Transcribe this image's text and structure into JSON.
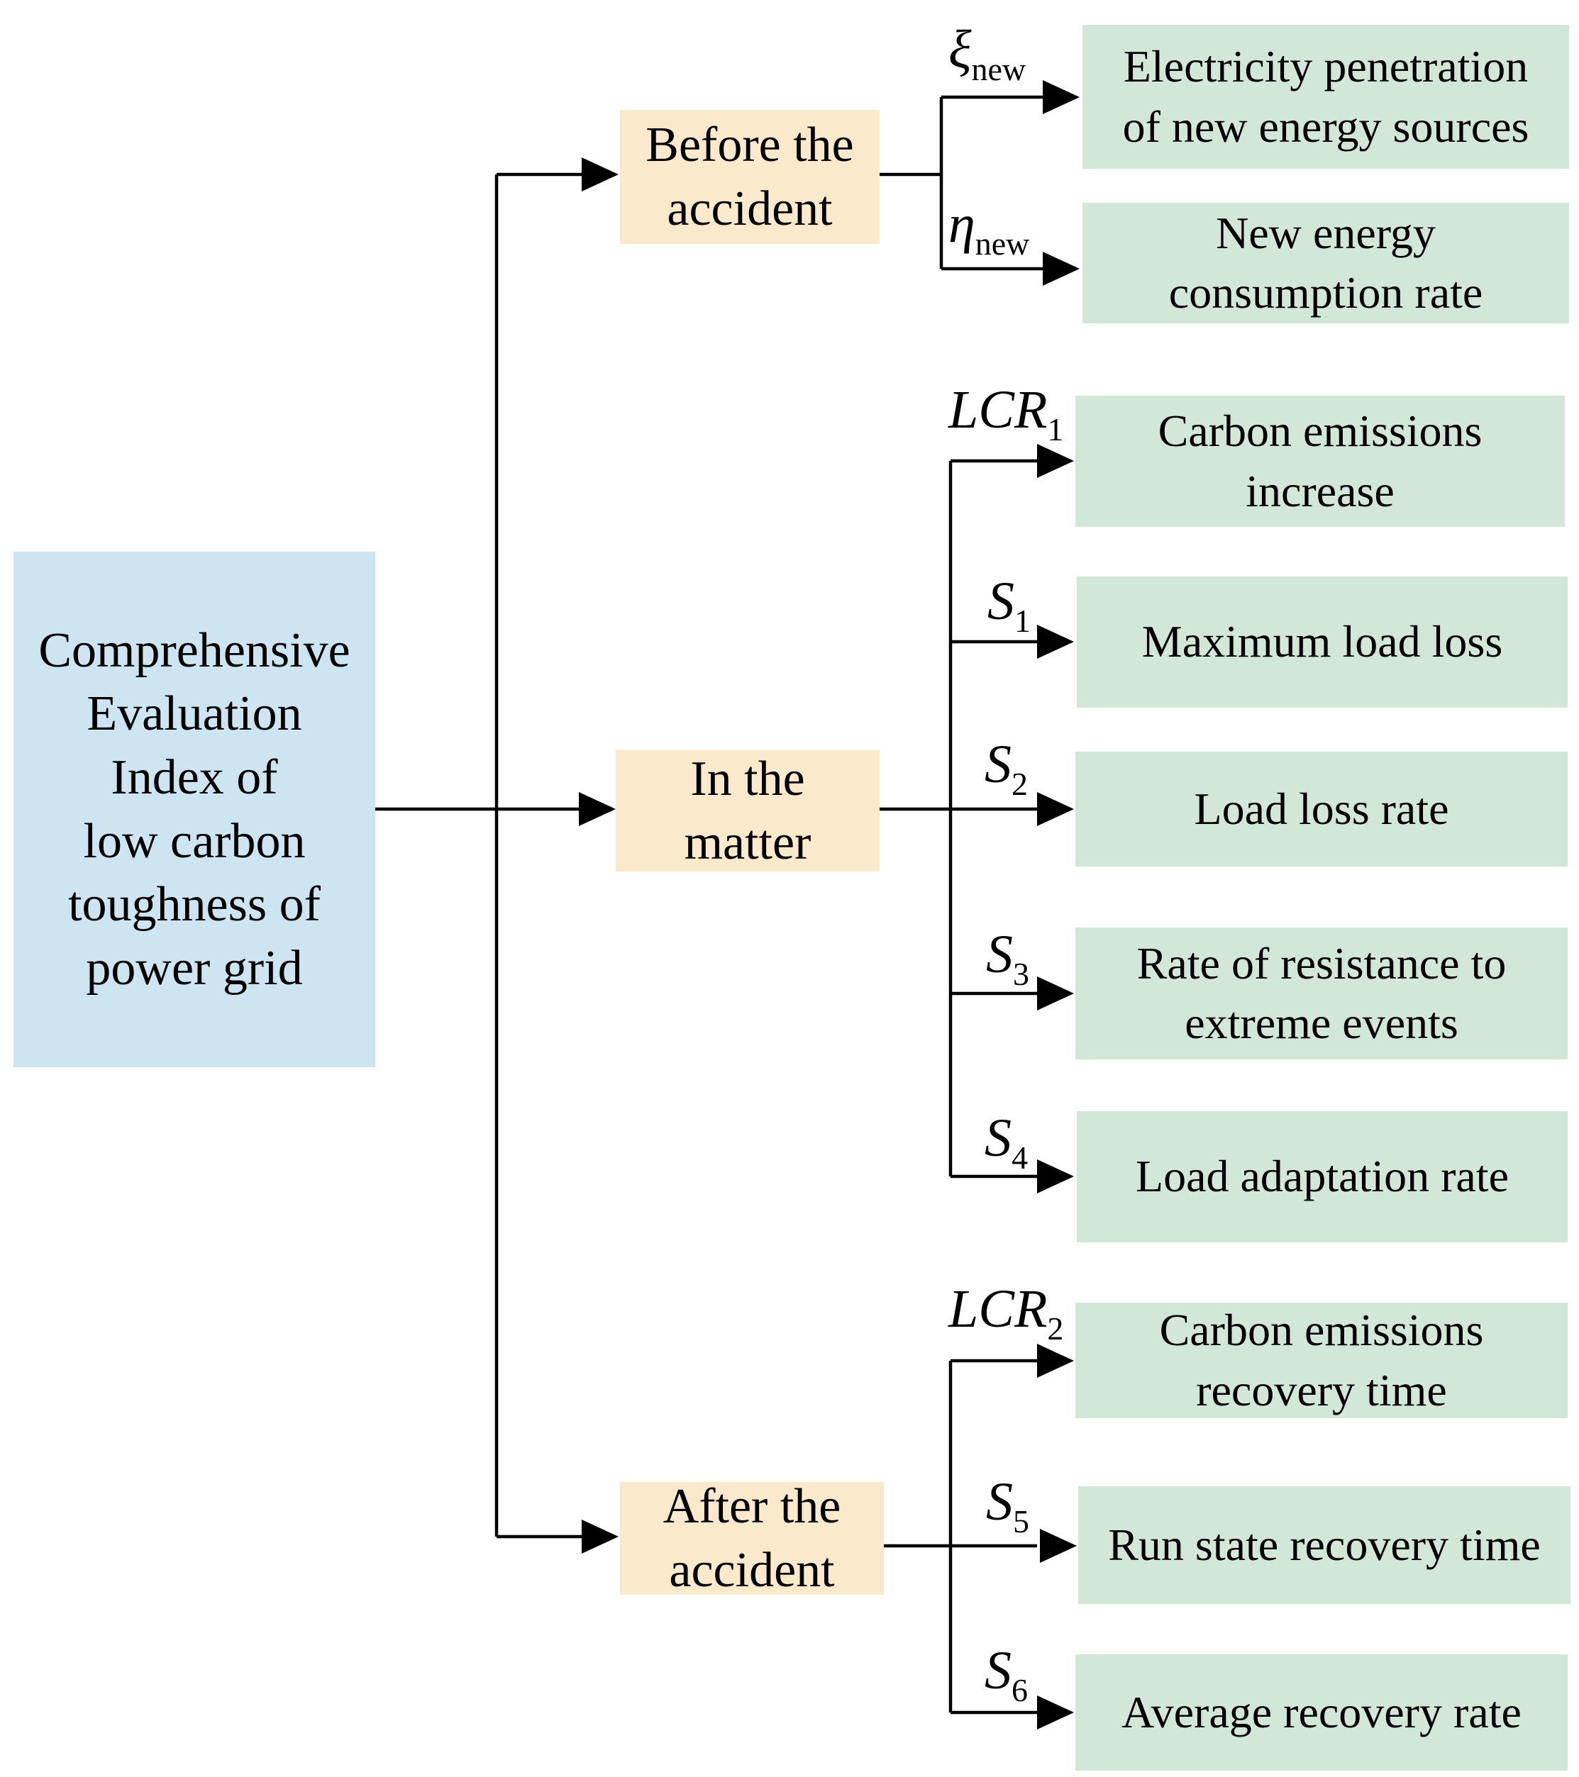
{
  "root": {
    "lines": [
      "Comprehensive",
      "Evaluation",
      "Index of",
      "low carbon",
      "toughness of",
      "power grid"
    ]
  },
  "phases": [
    {
      "lines": [
        "Before the",
        "accident"
      ]
    },
    {
      "lines": [
        "In the",
        "matter"
      ]
    },
    {
      "lines": [
        "After the",
        "accident"
      ]
    }
  ],
  "indicators": [
    {
      "symbol": "ξ",
      "subscript": "new",
      "lines": [
        "Electricity penetration",
        "of new energy sources"
      ]
    },
    {
      "symbol": "η",
      "subscript": "new",
      "lines": [
        "New energy",
        "consumption rate"
      ]
    },
    {
      "symbol": "LCR",
      "subscript": "1",
      "lines": [
        "Carbon emissions",
        "increase"
      ]
    },
    {
      "symbol": "S",
      "subscript": "1",
      "lines": [
        "Maximum load loss"
      ]
    },
    {
      "symbol": "S",
      "subscript": "2",
      "lines": [
        "Load loss rate"
      ]
    },
    {
      "symbol": "S",
      "subscript": "3",
      "lines": [
        "Rate of resistance to",
        "extreme events"
      ]
    },
    {
      "symbol": "S",
      "subscript": "4",
      "lines": [
        "Load adaptation rate"
      ]
    },
    {
      "symbol": "LCR",
      "subscript": "2",
      "lines": [
        "Carbon emissions",
        "recovery time"
      ]
    },
    {
      "symbol": "S",
      "subscript": "5",
      "lines": [
        "Run state recovery time"
      ]
    },
    {
      "symbol": "S",
      "subscript": "6",
      "lines": [
        "Average recovery rate"
      ]
    }
  ]
}
